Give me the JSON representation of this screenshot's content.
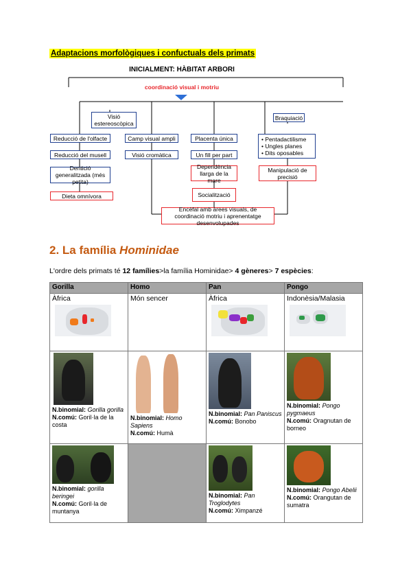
{
  "heading": "Adaptacions morfològiques i confuctuals dels primats",
  "diagram": {
    "top": "INICIALMENT: HÀBITAT ARBORI",
    "sub": "coordinació visual i motriu",
    "vision": "Visió estereoscòpica",
    "brachiation": "Braquiació",
    "olfact": "Reducció de l'olfacte",
    "snout": "Reducció del musell",
    "teeth": "Dentició generalitzada (més petita)",
    "diet": "Dieta omnívora",
    "field": "Camp visual ampli",
    "color": "Visió cromàtica",
    "placenta": "Placenta única",
    "onebaby": "Un fill per part",
    "dependence": "Dependència llarga de la mare",
    "social": "Socialització",
    "hand1": "Pentadactilisme",
    "hand2": "Ungles planes",
    "hand3": "Dits oposables",
    "manip": "Manipulació de precisió",
    "brain": "Encèfal amb àrees visuals, de coordinació motriu i aprenentatge desenvolupades"
  },
  "section": {
    "num": "2. La família ",
    "name": "Hominidae"
  },
  "intro": {
    "p1": "L'ordre dels primats té ",
    "b1": "12 famílies",
    "p2": ">la família Hominidae> ",
    "b2": "4 gèneres",
    "p3": "> ",
    "b3": "7 espècies",
    "p4": ":"
  },
  "table": {
    "headers": [
      "Gorilla",
      "Homo",
      "Pan",
      "Pongo"
    ],
    "regions": [
      "Àfrica",
      "Món sencer",
      "Àfrica",
      "Indonèsia/Malasia"
    ],
    "nb": "N.binomial:",
    "nc": "N.comú:",
    "row1": [
      {
        "sci": "Gorilla gorilla",
        "common": "Goril·la de la costa"
      },
      {
        "sci": "Homo Sapiens",
        "common": "Humà"
      },
      {
        "sci": "Pan Paniscus",
        "common": "Bonobo"
      },
      {
        "sci": "Pongo pygmaeus",
        "common": "Oragnutan de borneo"
      }
    ],
    "row2": [
      {
        "sci": "gorilla beringei",
        "common": "Goril·la de muntanya"
      },
      {
        "sci": "Pan Troglodytes",
        "common": "Ximpanzé"
      },
      {
        "sci": "Pongo Abelii",
        "common": "Orangutan de sumatra"
      }
    ]
  }
}
